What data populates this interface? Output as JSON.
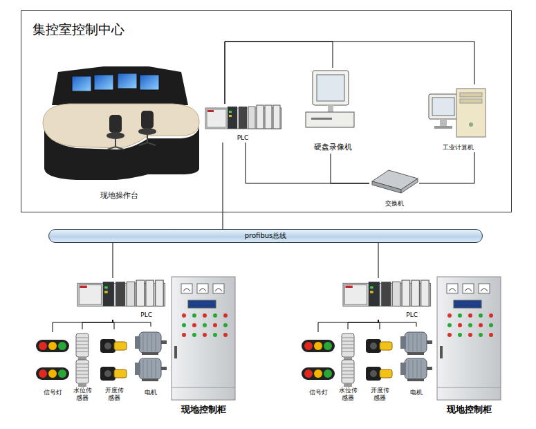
{
  "diagram": {
    "nodes": [
      {
        "text": [
          "集控室控制中心"
        ]
      },
      {
        "text": [
          "现地操作台"
        ],
        "in": 0
      },
      {
        "text": [
          "PLC"
        ],
        "in": 0
      },
      {
        "text": [
          "硬盘录像机"
        ],
        "in": 0
      },
      {
        "text": [
          "工业计算机"
        ],
        "in": 0
      },
      {
        "text": [
          "交换机"
        ],
        "in": 0
      },
      {
        "text": [
          "profibus总线"
        ]
      },
      {
        "text": [
          "PLC"
        ]
      },
      {
        "text": [
          "信号灯"
        ]
      },
      {
        "text": [
          "水位传感器"
        ]
      },
      {
        "text": [
          "开度传感器"
        ]
      },
      {
        "text": [
          "电机"
        ]
      },
      {
        "text": [
          "现地控制柜"
        ]
      },
      {
        "text": [
          "PLC"
        ]
      },
      {
        "text": [
          "信号灯"
        ]
      },
      {
        "text": [
          "水位传感器"
        ]
      },
      {
        "text": [
          "开度传感器"
        ]
      },
      {
        "text": [
          "电机"
        ]
      },
      {
        "text": [
          "现地控制柜"
        ]
      }
    ],
    "edges": [
      {
        "from": 2,
        "to": 3,
        "arrow": "none"
      },
      {
        "from": 2,
        "to": 4,
        "arrow": "none"
      },
      {
        "from": 2,
        "to": 5,
        "arrow": "none"
      },
      {
        "from": 3,
        "to": 5,
        "arrow": "none"
      },
      {
        "from": 4,
        "to": 5,
        "arrow": "none"
      },
      {
        "from": 2,
        "to": 6,
        "arrow": "none"
      },
      {
        "from": 6,
        "to": 7,
        "arrow": "none"
      },
      {
        "from": 6,
        "to": 13,
        "arrow": "none"
      },
      {
        "from": 7,
        "to": 8,
        "arrow": "none"
      },
      {
        "from": 7,
        "to": 9,
        "arrow": "none"
      },
      {
        "from": 7,
        "to": 10,
        "arrow": "none"
      },
      {
        "from": 7,
        "to": 11,
        "arrow": "none"
      },
      {
        "from": 13,
        "to": 14,
        "arrow": "none"
      },
      {
        "from": 13,
        "to": 15,
        "arrow": "none"
      },
      {
        "from": 13,
        "to": 16,
        "arrow": "none"
      },
      {
        "from": 13,
        "to": 17,
        "arrow": "none"
      }
    ]
  }
}
